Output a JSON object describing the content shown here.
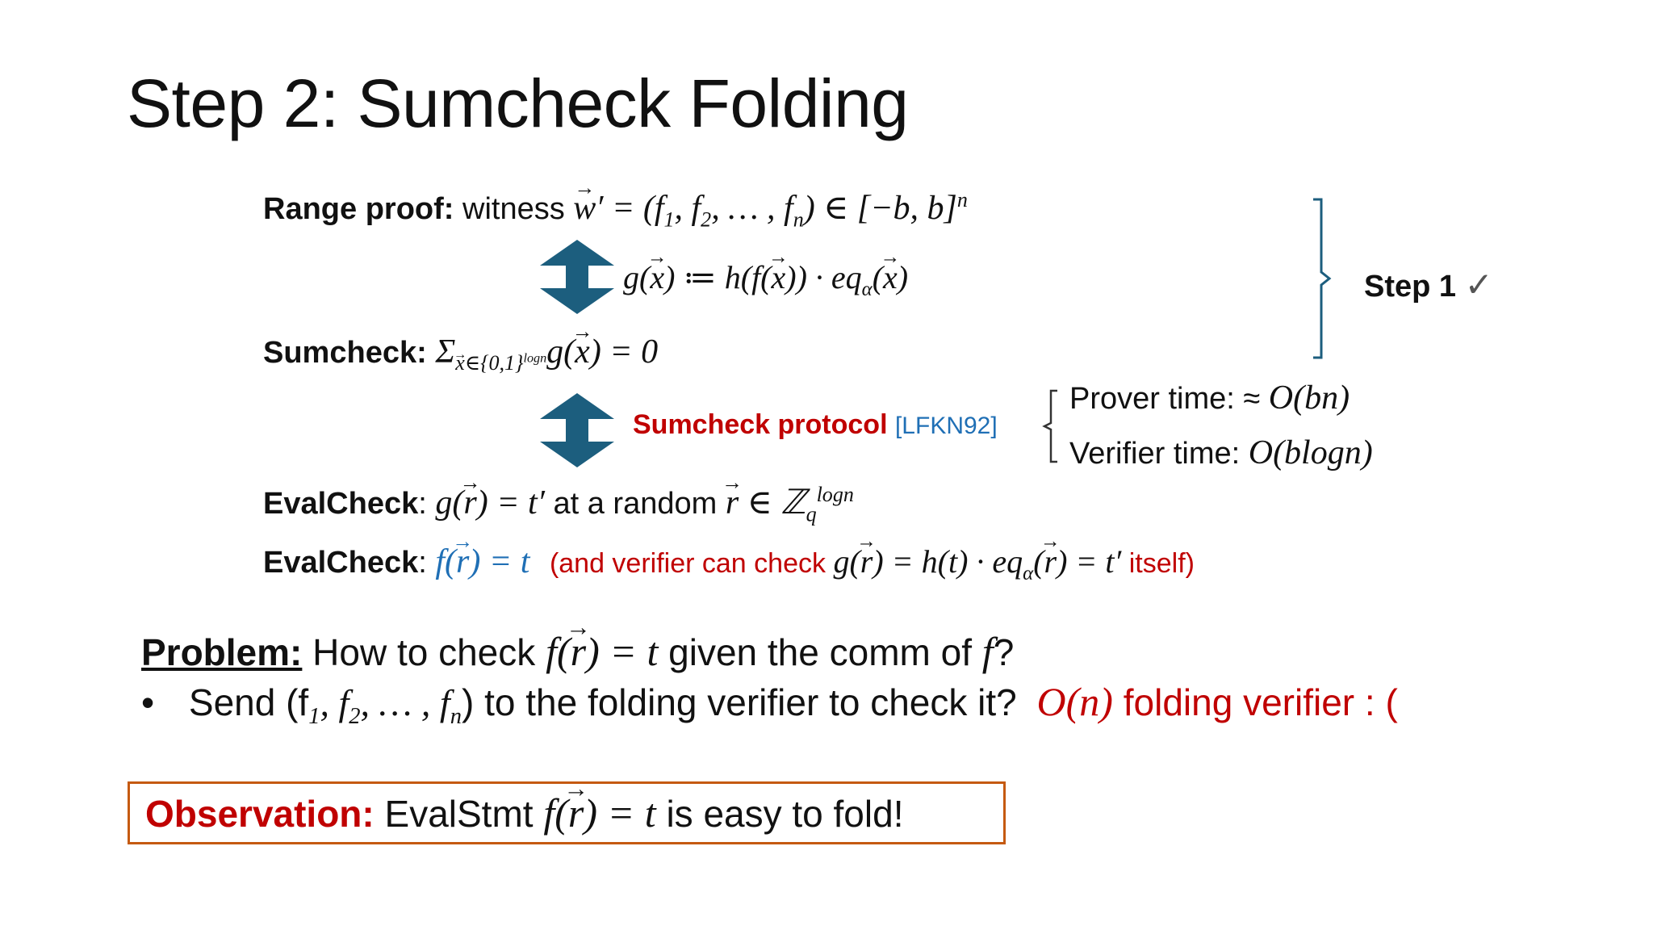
{
  "slide": {
    "title": "Step 2: Sumcheck Folding",
    "range_proof": {
      "label": "Range proof:",
      "text": "witness",
      "w": "w",
      "eq_text": "′ = (f",
      "sub1": "1",
      "mid1": ", f",
      "sub2": "2",
      "mid2": ", … , f",
      "subn": "n",
      "tail": ") ∈ [−b, b]",
      "sup": "n"
    },
    "g_def": {
      "g": "g(",
      "x": "x",
      "p1": ") ≔ h(f(",
      "x2": "x",
      "p2": ")) · eq",
      "alpha": "α",
      "p3": "(",
      "x3": "x",
      "p4": ")"
    },
    "sumcheck": {
      "label": "Sumcheck:",
      "sigma": "Σ",
      "sub_x": "x",
      "sub_rest": "∈{0,1}",
      "sub_sup": "logn",
      "g": "g(",
      "x": "x",
      "tail": ")  = 0"
    },
    "protocol": {
      "label": "Sumcheck protocol",
      "cite": "[LFKN92]",
      "prover_label": "Prover time: ≈ ",
      "prover_value": "O(bn)",
      "verifier_label": "Verifier time: ",
      "verifier_value": "O(blogn)"
    },
    "step1": {
      "label": "Step 1",
      "check": "✓"
    },
    "evalcheck1": {
      "label": "EvalCheck",
      "colon": ":",
      "g": "g(",
      "r": "r",
      "mid": ") = t′",
      "text": "at a random",
      "r2": "r",
      "in": " ∈ ℤ",
      "sub": "q",
      "sup": "logn"
    },
    "evalcheck2": {
      "label": "EvalCheck",
      "colon": ":",
      "f": "f(",
      "r": "r",
      "mid": ") = t",
      "note_open": "(and verifier can check",
      "g": "g(",
      "r2": "r",
      "m2": ") =  h(t) · eq",
      "alpha": "α",
      "m3": "(",
      "r3": "r",
      "m4": ") = t′",
      "note_close": "itself)"
    },
    "problem": {
      "label": "Problem:",
      "text1": "How to check",
      "f": "f(",
      "r": "r",
      "mid": ") = t",
      "text2": "given the comm of",
      "f2": "f",
      "q": "?"
    },
    "bullet": {
      "dot": "•",
      "text1": "Send (f",
      "s1": "1",
      "m1": ", f",
      "s2": "2",
      "m2": ", … , f",
      "sn": "n",
      "m3": ")",
      "text2": "to the folding verifier to check it?",
      "cost": "O(n)",
      "text3": "folding verifier : ("
    },
    "observation": {
      "label": "Observation:",
      "text1": "EvalStmt",
      "f": "f(",
      "r": "r",
      "mid": ") = t",
      "text2": "is easy to fold!"
    }
  },
  "colors": {
    "red": "#C00000",
    "blue": "#1F6FB5",
    "arrow": "#1C5E7E",
    "box_border": "#C55A11",
    "text": "#111111"
  }
}
